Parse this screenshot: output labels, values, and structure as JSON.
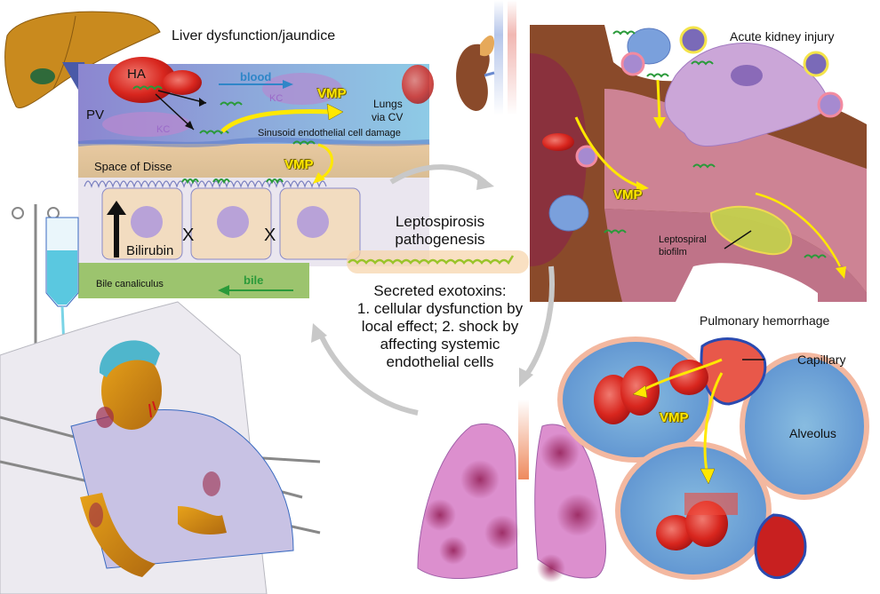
{
  "figure": {
    "title": "Leptospirosis pathogenesis",
    "center": {
      "title_line1": "Leptospirosis",
      "title_line2": "pathogenesis",
      "exotoxins_heading": "Secreted exotoxins:",
      "exotoxins_line1": "1. cellular dysfunction by",
      "exotoxins_line2": "local effect; 2. shock by",
      "exotoxins_line3": "affecting systemic",
      "exotoxins_line4": "endothelial cells"
    },
    "liver_panel": {
      "title": "Liver dysfunction/jaundice",
      "labels": {
        "ha": "HA",
        "pv": "PV",
        "blood": "blood",
        "kc1": "KC",
        "kc2": "KC",
        "vmp1": "VMP",
        "vmp2": "VMP",
        "lungs_line1": "Lungs",
        "lungs_line2": "via CV",
        "sinusoid": "Sinusoid endothelial cell damage",
        "disse": "Space of Disse",
        "bilirubin": "Bilirubin",
        "bile_canaliculus": "Bile canaliculus",
        "bile": "bile",
        "block1": "X",
        "block2": "X"
      }
    },
    "kidney_panel": {
      "title": "Acute kidney injury",
      "labels": {
        "vmp": "VMP",
        "biofilm_line1": "Leptospiral",
        "biofilm_line2": "biofilm"
      }
    },
    "lung_panel": {
      "title": "Pulmonary hemorrhage",
      "labels": {
        "capillary": "Capillary",
        "vmp": "VMP",
        "alveolus": "Alveolus"
      }
    },
    "colors": {
      "vmp_yellow": "#ffe800",
      "blood_arrow": "#2f86c8",
      "bile_arrow": "#2a9a3a",
      "liver_brown": "#c98a1e",
      "lung_pink": "#d98ac8",
      "lung_lesion": "#9b2a62",
      "kidney_brown": "#8a4a2a",
      "cycle_arrow_gray": "#c4c4c4"
    }
  }
}
